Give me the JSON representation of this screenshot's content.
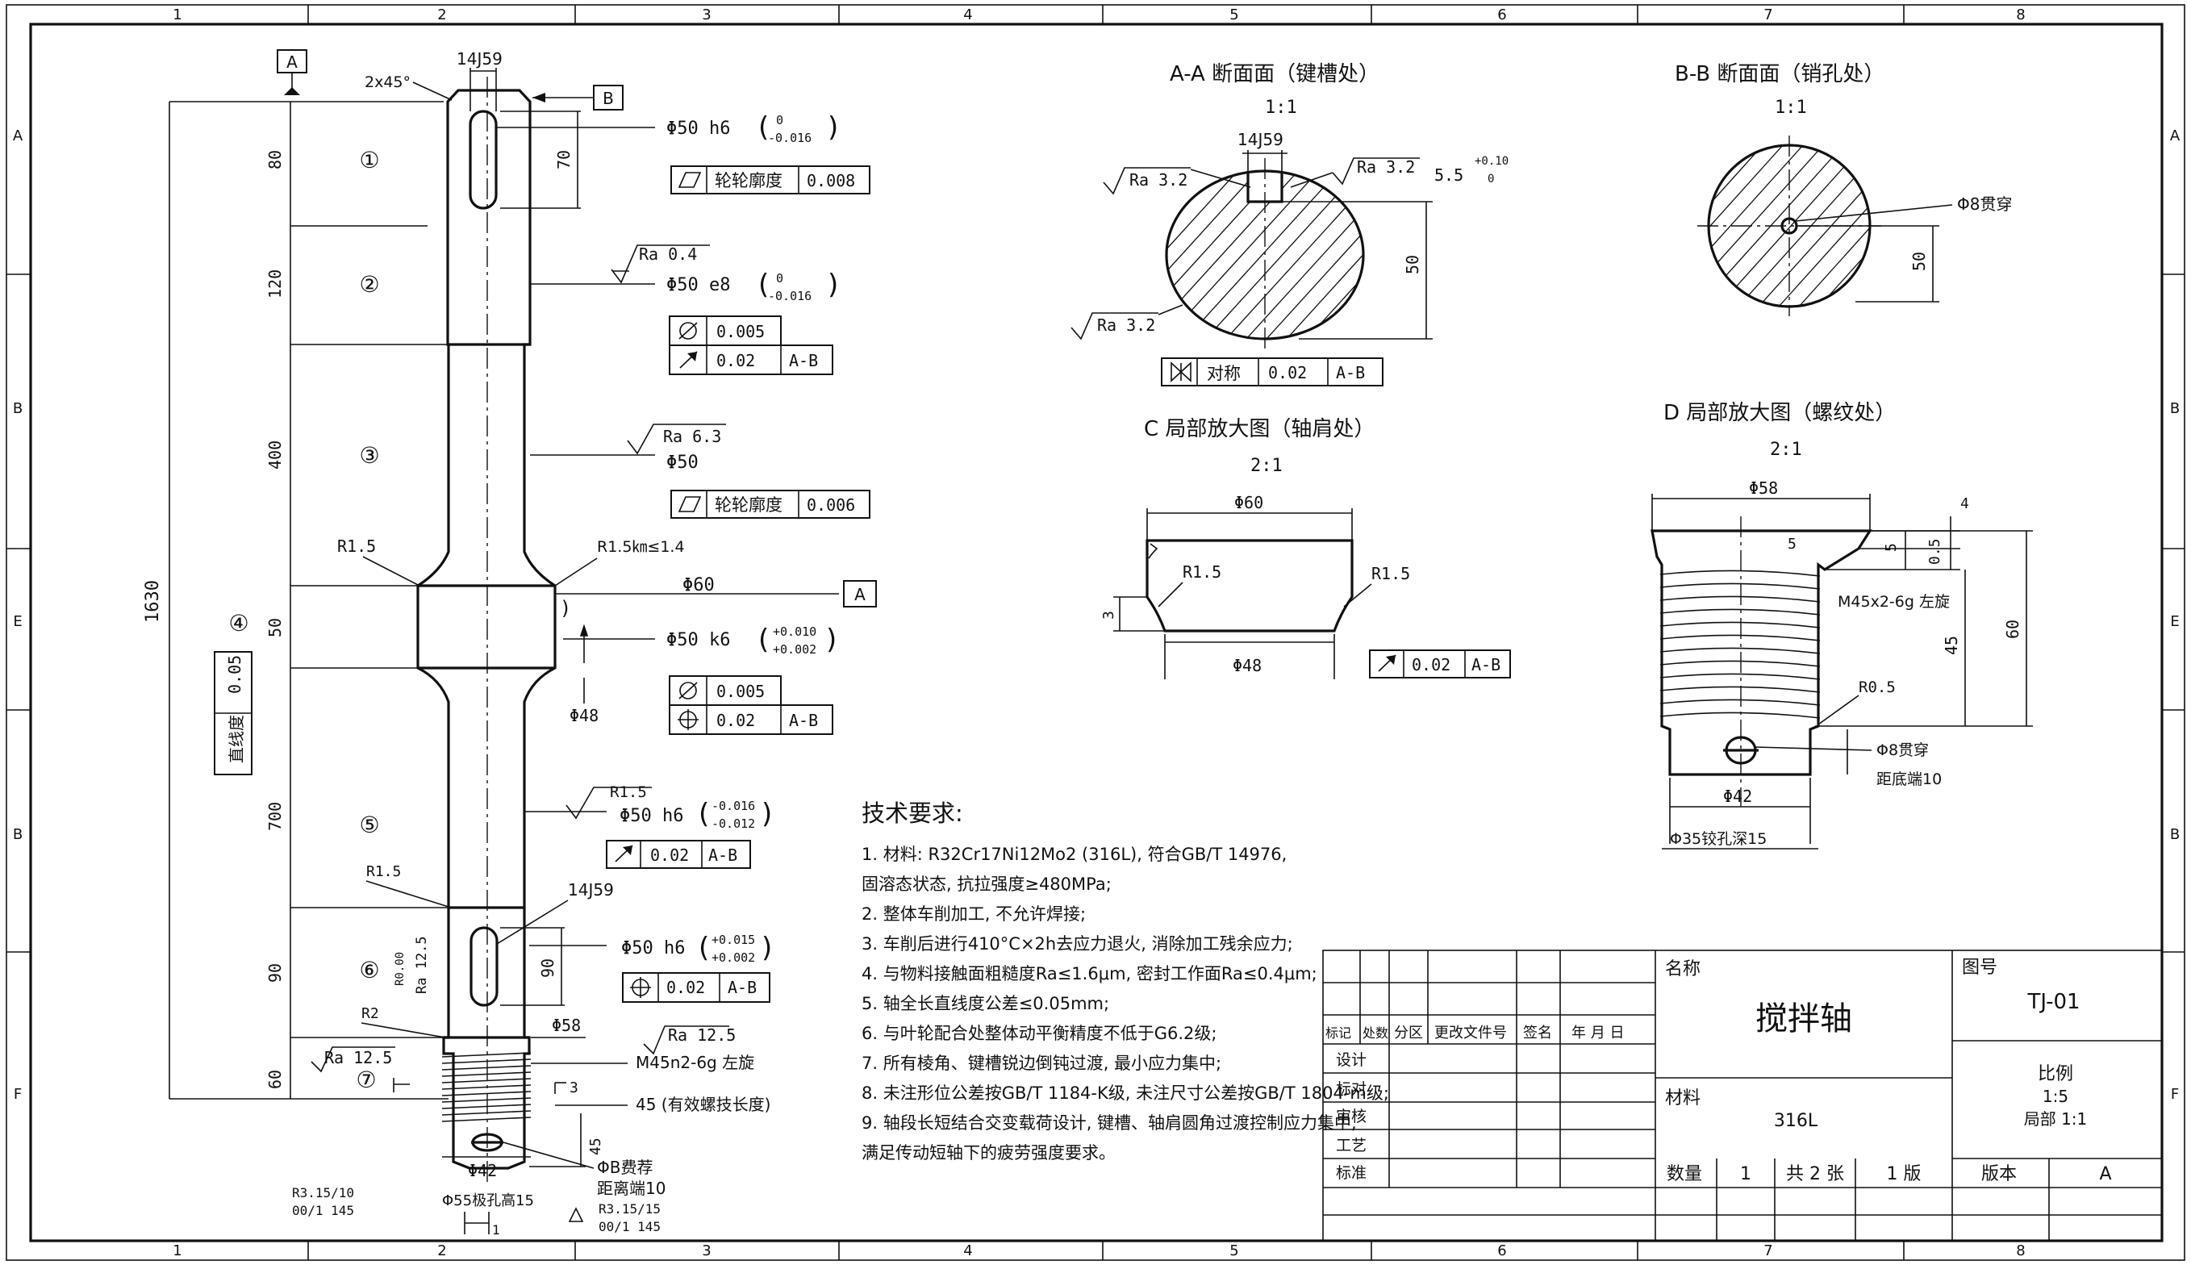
{
  "frame": {
    "zones_top": [
      "1",
      "2",
      "3",
      "4",
      "5",
      "6",
      "7",
      "8"
    ],
    "zones_side": [
      "A",
      "B",
      "E",
      "B",
      "F"
    ]
  },
  "shaft": {
    "datum_a": "A",
    "datum_b": "B",
    "chamfer": "2x45°",
    "key_top": "14J59",
    "d1": "Φ50 h6",
    "d1_tol_up": "0",
    "d1_tol_lo": "-0.016",
    "key_len": "70",
    "profile_sym": "轮轮廓度",
    "profile_val1": "0.008",
    "ra04": "Ra 0.4",
    "d2": "Φ50 e8",
    "d2_tol_up": "0",
    "d2_tol_lo": "-0.016",
    "cyl_val": "0.005",
    "runout_val": "0.02",
    "ref_ab": "A-B",
    "ra63": "Ra 6.3",
    "d3": "Φ50",
    "profile_val2": "0.006",
    "r15": "R1.5",
    "r15_note": "R1.5㎞≤1.4",
    "d60": "Φ60",
    "d4": "Φ50 k6",
    "d4_tol_up": "+0.010",
    "d4_tol_lo": "+0.002",
    "cyl_val2": "0.005",
    "pos_val": "0.02",
    "d48": "Φ48",
    "r15b": "R1.5",
    "d5": "Φ50 h6",
    "d5_tol_up": "-0.016",
    "d5_tol_lo": "-0.012",
    "runout_val2": "0.02",
    "r15c": "R1.5",
    "key_bot": "14J59",
    "d6": "Φ50 h6",
    "d6_tol_up": "+0.015",
    "d6_tol_lo": "+0.002",
    "key_len2": "90",
    "pos_val2": "0.02",
    "ra125_side": "Ra 12.5",
    "r0": "R0.00",
    "r2": "R2",
    "d58": "Φ58",
    "ra125a": "Ra 12.5",
    "ra125b": "Ra 12.5",
    "thread": "M45n2-6g 左旋",
    "thread_len": "45 (有效螺技长度)",
    "dim3": "3",
    "d42": "Φ42",
    "pin": "ΦB费荐",
    "pin2": "距离端10",
    "d55": "Φ55极孔高15",
    "r315a": "R3.15/10",
    "r315a2": "00/1 145",
    "r315b": "R3.15/15",
    "r315b2": "00/1 145",
    "len_total": "1630",
    "seg_lens": [
      "80",
      "120",
      "400",
      "50",
      "700",
      "90",
      "60"
    ],
    "sections": [
      "①",
      "②",
      "③",
      "④",
      "⑤",
      "⑥",
      "⑦"
    ],
    "straight_label": "直线度",
    "straight_val": "0.05",
    "dim45": "45",
    "dim1": "1"
  },
  "view_aa": {
    "title": "A-A 断面面（键槽处）",
    "scale": "1:1",
    "key": "14J59",
    "ra_a": "Ra 3.2",
    "ra_b": "Ra 3.2",
    "ra_c": "Ra 3.2",
    "depth": "5.5",
    "depth_up": "+0.10",
    "depth_lo": "0",
    "dim50": "50",
    "sym_label": "对称",
    "sym_val": "0.02",
    "sym_ref": "A-B"
  },
  "view_bb": {
    "title": "B-B 断面面（销孔处）",
    "scale": "1:1",
    "hole": "Φ8贯穿",
    "dim50": "50"
  },
  "view_c": {
    "title": "C 局部放大图（轴肩处）",
    "scale": "2:1",
    "d60": "Φ60",
    "r_left": "R1.5",
    "r_right": "R1.5",
    "dim3": "3",
    "d48": "Φ48",
    "runout": "0.02",
    "ref": "A-B"
  },
  "view_d": {
    "title": "D 局部放大图（螺纹处）",
    "scale": "2:1",
    "d58": "Φ58",
    "dim4": "4",
    "dim5": "5",
    "dim05": "0.5",
    "dim5b": "5",
    "thread": "M45x2-6g 左旋",
    "dim45": "45",
    "dim60": "60",
    "r05": "R0.5",
    "hole": "Φ8贯穿",
    "hole2": "距底端10",
    "d42": "Φ42",
    "d35": "Φ35铰孔深15"
  },
  "notes": {
    "title": "技术要求:",
    "items": [
      "1. 材料: R32Cr17Ni12Mo2 (316L), 符合GB/T  14976,",
      "   固溶态状态, 抗拉强度≥480MPa;",
      "2. 整体车削加工, 不允许焊接;",
      "3. 车削后进行410°C×2h去应力退火, 消除加工残余应力;",
      "4. 与物料接触面粗糙度Ra≤1.6μm, 密封工作面Ra≤0.4μm;",
      "5. 轴全长直线度公差≤0.05mm;",
      "6. 与叶轮配合处整体动平衡精度不低于G6.2级;",
      "7. 所有棱角、键槽锐边倒钝过渡, 最小应力集中;",
      "8. 未注形位公差按GB/T 1184-K级, 未注尺寸公差按GB/T 1804-m级;",
      "9. 轴段长短结合交变载荷设计, 键槽、轴肩圆角过渡控制应力集中,",
      "   满足传动短轴下的疲劳强度要求。"
    ]
  },
  "title_block": {
    "row_labels": [
      "设计",
      "标对",
      "审核",
      "工艺",
      "标准"
    ],
    "hdr": [
      "标记",
      "处数",
      "分区",
      "更改文件号",
      "签名",
      "年 月 日"
    ],
    "name_label": "名称",
    "name": "搅拌轴",
    "drawing_no_label": "图号",
    "drawing_no": "TJ-01",
    "material_label": "材料",
    "material": "316L",
    "scale_label": "比例",
    "scale": "1:5",
    "scale2": "局部 1:1",
    "qty_label": "数量",
    "qty": "1",
    "sheets": "共 2 张",
    "edition": "1 版",
    "version_label": "版本",
    "version": "A"
  }
}
